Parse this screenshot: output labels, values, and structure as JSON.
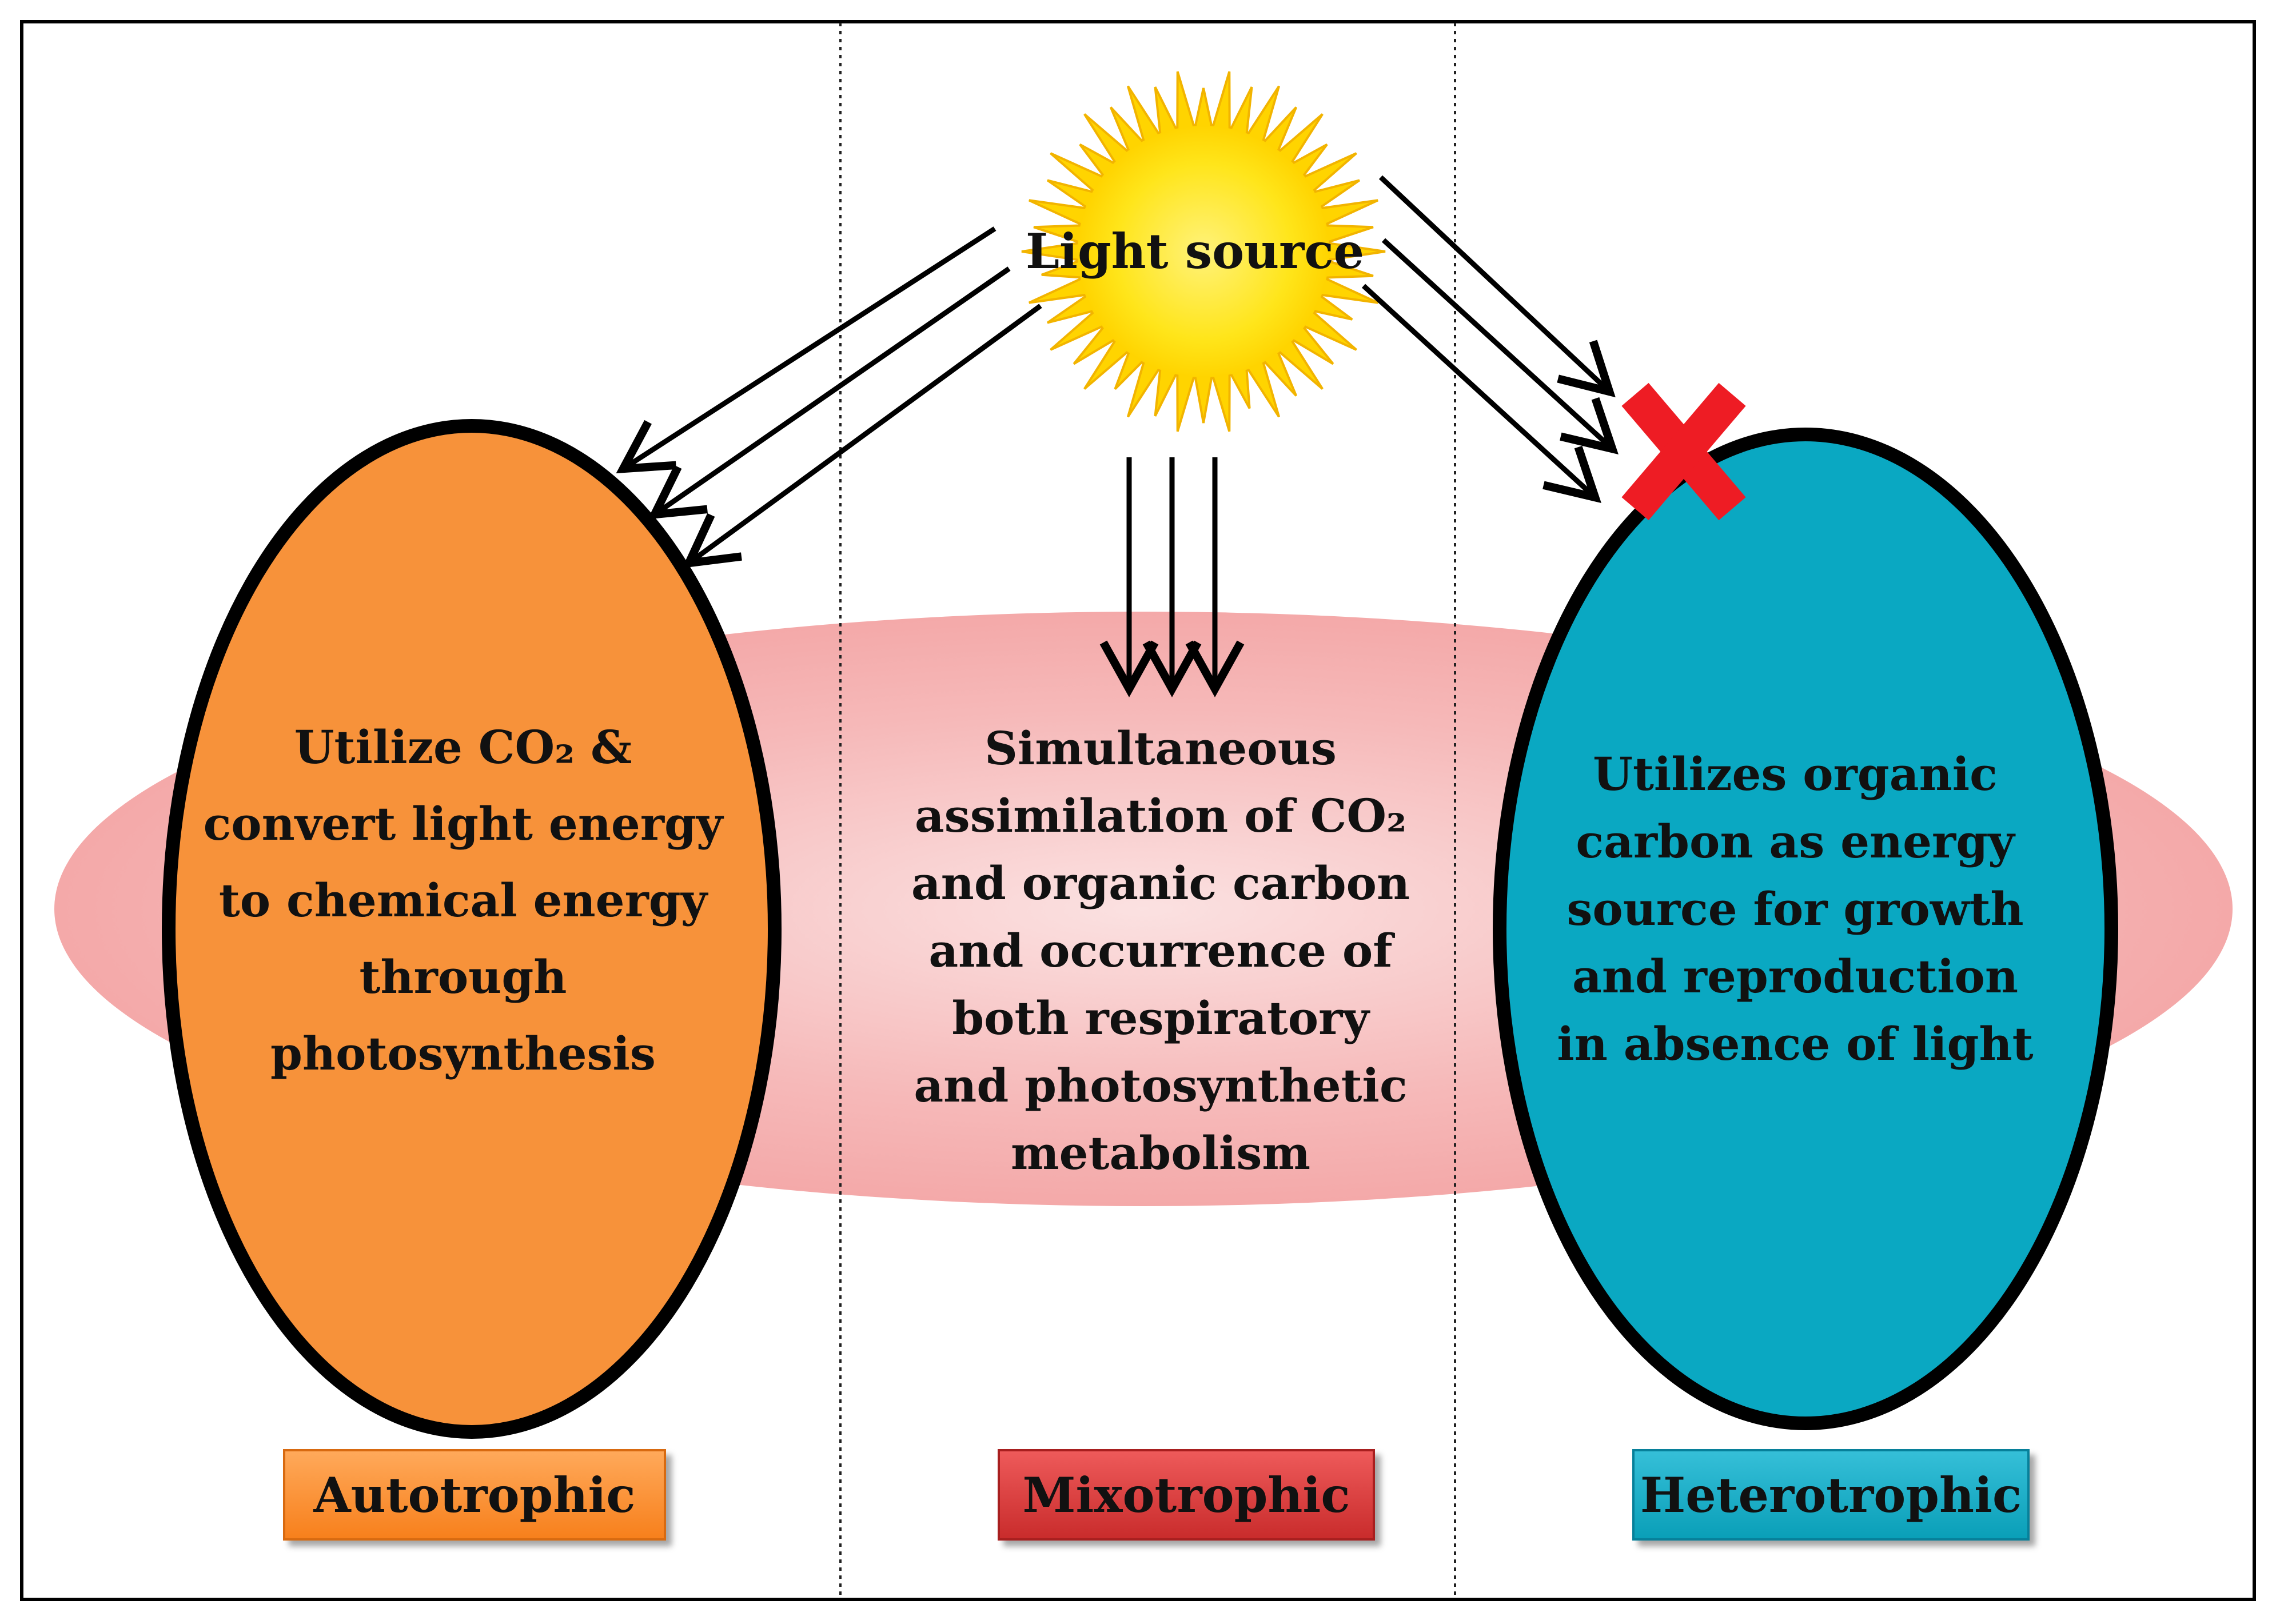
{
  "light_source": {
    "label": "Light source"
  },
  "panels": [
    {
      "key": "auto",
      "label": "Autotrophic",
      "description": "Utilize CO₂ &\nconvert light energy\nto chemical energy\nthrough\nphotosynthesis",
      "fill": "#f7923a"
    },
    {
      "key": "mixo",
      "label": "Mixotrophic",
      "description": "Simultaneous\nassimilation of CO₂\nand organic carbon\nand occurrence of\nboth respiratory\nand photosynthetic\nmetabolism",
      "fill": "#f7c0c0"
    },
    {
      "key": "hetero",
      "label": "Heterotrophic",
      "description": "Utilizes organic\ncarbon as energy\nsource for growth\nand reproduction\nin absence of light",
      "fill": "#0aa8c2"
    }
  ],
  "colors": {
    "sun_core": "#ffe51a",
    "sun_rays": "#ffd400",
    "blocked_mark": "#ee1c24",
    "outline": "#000000"
  },
  "icons": {
    "blocked": "cross-icon",
    "sun": "sun-icon"
  }
}
